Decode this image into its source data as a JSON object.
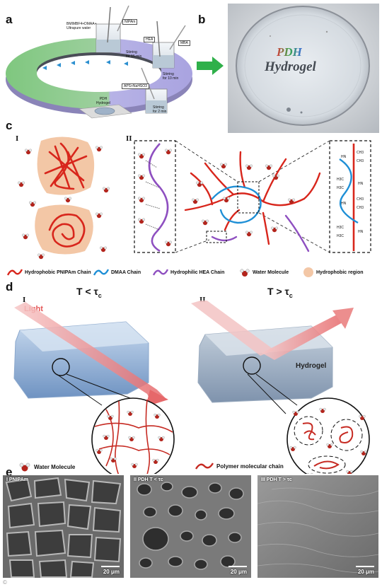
{
  "panels": {
    "a": "a",
    "b": "b",
    "c": "c",
    "d": "d",
    "e": "e"
  },
  "panel_a": {
    "beaker1_label": "BMIMBF4+DMAA+\nUltrapure water",
    "reagent1": "NIPAm",
    "step1": "Stirring\nfor 15 min",
    "reagent2": "HEA",
    "reagent3": "MBA",
    "step2": "Stirring\nfor 10 min",
    "reagent4": "APS+NaHSO3",
    "step3": "Stirring\nfor 2 min",
    "product": "PDH\nHydrogel"
  },
  "panel_b": {
    "title_colored": "PDH",
    "title_main": "Hydrogel"
  },
  "panel_c": {
    "sub_i": "I",
    "sub_ii": "II",
    "legend": [
      {
        "label": "Hydrophobic PNIPAm Chain",
        "color": "#d8261c"
      },
      {
        "label": "DMAA Chain",
        "color": "#1e8fd6"
      },
      {
        "label": "Hydrophilic HEA Chain",
        "color": "#8e4fc0"
      },
      {
        "label": "Water Molecule",
        "color": "#b3241c"
      },
      {
        "label": "Hydrophobic region",
        "color": "#f3c7a6"
      }
    ]
  },
  "panel_d": {
    "sub_i": "I",
    "sub_ii": "II",
    "cond_left": "T < τ",
    "cond_left_sub": "c",
    "cond_right": "T > τ",
    "cond_right_sub": "c",
    "light": "Light",
    "hydrogel": "Hydrogel",
    "water_label": "Water Molecule",
    "polymer_label": "Polymer molecular chain"
  },
  "panel_e": {
    "images": [
      {
        "label": "I PNIPAm",
        "scale": "20 μm"
      },
      {
        "label": "II PDH T < τc",
        "scale": "20 μm"
      },
      {
        "label": "III PDH T > τc",
        "scale": "20 μm"
      }
    ],
    "watermark": "©"
  }
}
